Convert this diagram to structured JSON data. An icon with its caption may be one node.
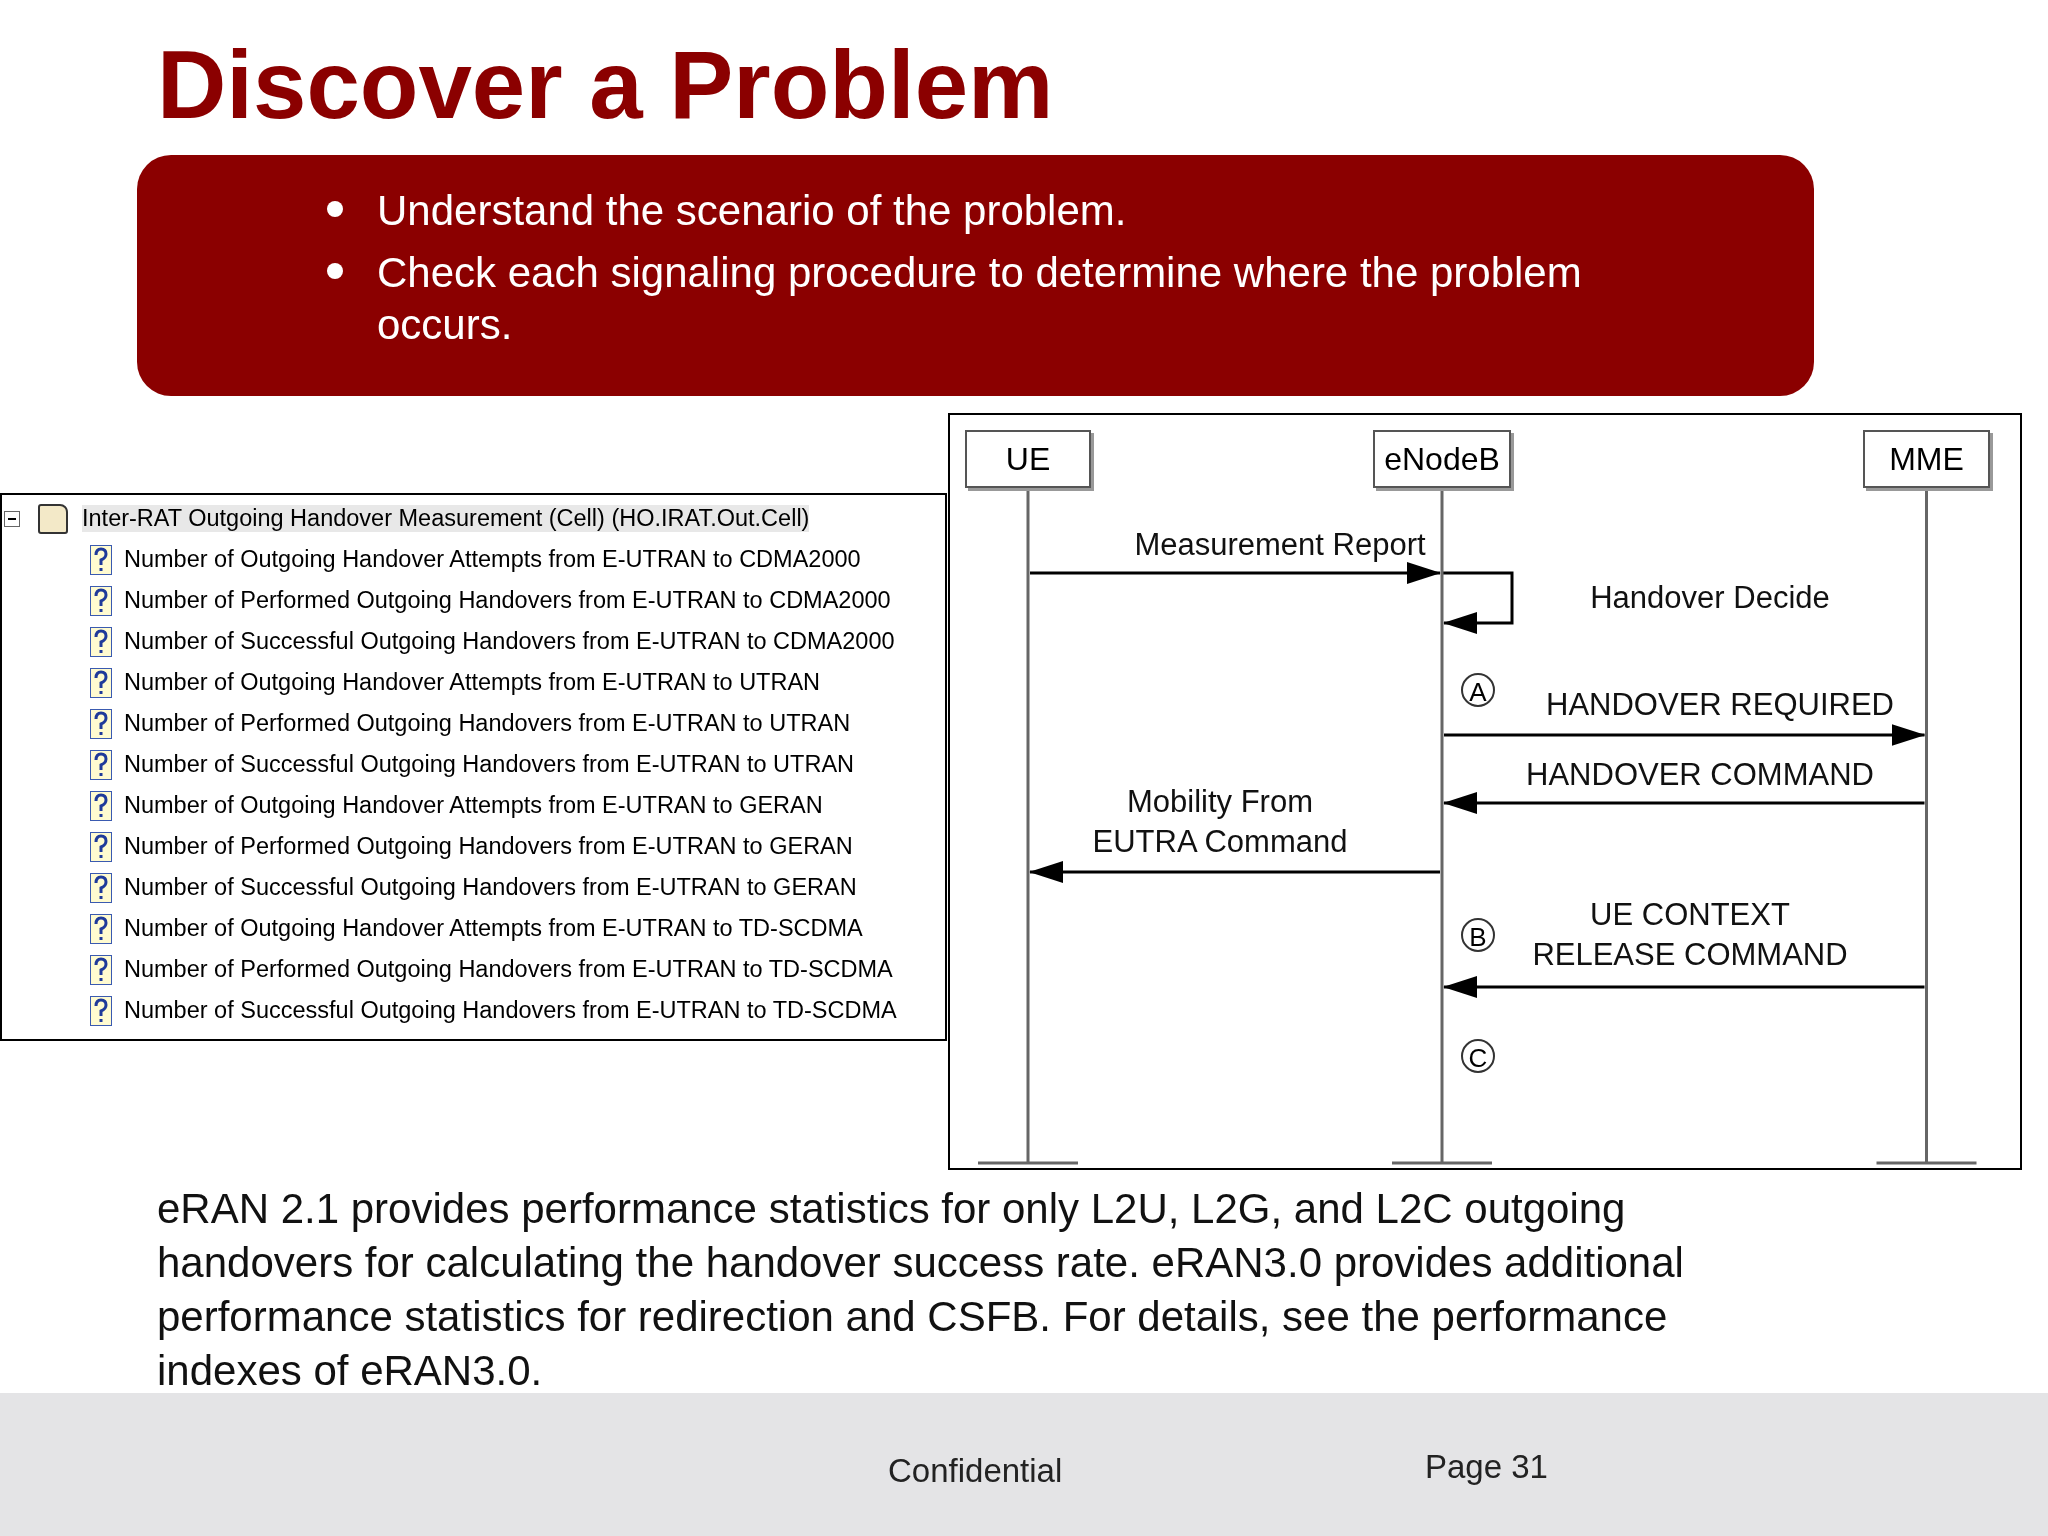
{
  "diagram": {
    "title": "Discover a Problem",
    "nodes": [
      {
        "text": [
          "Understand the scenario of the problem.",
          "Check each signaling procedure to determine where the problem occurs."
        ]
      },
      {
        "text": [
          "Inter-RAT Outgoing Handover Measurement (Cell) (HO.IRAT.Out.Cell)",
          "Number of Outgoing Handover Attempts from E-UTRAN to CDMA2000",
          "Number of Performed Outgoing Handovers from E-UTRAN to CDMA2000",
          "Number of Successful Outgoing Handovers from E-UTRAN to CDMA2000",
          "Number of Outgoing Handover Attempts from E-UTRAN to UTRAN",
          "Number of Performed Outgoing Handovers from E-UTRAN to UTRAN",
          "Number of Successful Outgoing Handovers from E-UTRAN to UTRAN",
          "Number of Outgoing Handover Attempts from E-UTRAN to GERAN",
          "Number of Performed Outgoing Handovers from E-UTRAN to GERAN",
          "Number of Successful Outgoing Handovers from E-UTRAN to GERAN",
          "Number of Outgoing Handover Attempts from E-UTRAN to TD-SCDMA",
          "Number of Performed Outgoing Handovers from E-UTRAN to TD-SCDMA",
          "Number of Successful Outgoing Handovers from E-UTRAN to TD-SCDMA"
        ]
      },
      {
        "text": [],
        "shape": "box"
      },
      {
        "text": [
          "UE"
        ],
        "in": 2
      },
      {
        "text": [
          "eNodeB"
        ],
        "in": 2
      },
      {
        "text": [
          "MME"
        ],
        "in": 2
      }
    ],
    "edges": [
      {
        "from": 3,
        "to": 4,
        "arrow": "to",
        "label": "Measurement Report"
      },
      {
        "from": 4,
        "to": 4,
        "arrow": "to",
        "label": "Handover Decide"
      },
      {
        "from": 4,
        "to": 5,
        "arrow": "to",
        "label": "HANDOVER REQUIRED"
      },
      {
        "from": 5,
        "to": 4,
        "arrow": "to",
        "label": "HANDOVER COMMAND"
      },
      {
        "from": 4,
        "to": 3,
        "arrow": "to",
        "label": "Mobility From EUTRA Command"
      },
      {
        "from": 5,
        "to": 4,
        "arrow": "to",
        "label": "UE CONTEXT RELEASE COMMAND"
      }
    ],
    "labels": [
      "A",
      "B",
      "C",
      "eRAN 2.1 provides performance statistics for only L2U, L2G, and L2C outgoing handovers for calculating the handover success rate. eRAN3.0 provides additional performance statistics for redirection and CSFB. For details, see the performance indexes of eRAN3.0.",
      "Confidential",
      "Page 31"
    ]
  }
}
